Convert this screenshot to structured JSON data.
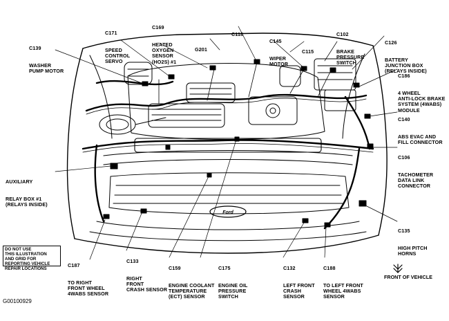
{
  "labels": {
    "c139": {
      "code": "C139",
      "desc": "WASHER\nPUMP MOTOR"
    },
    "c171": {
      "code": "C171",
      "desc": "SPEED\nCONTROL\nSERVO"
    },
    "c169": {
      "code": "C169",
      "desc": "HEATED\nOXYGEN\nSENSOR\n(HO2S) #1"
    },
    "g201": {
      "code": "G201",
      "desc": ""
    },
    "c118": {
      "code": "C118",
      "desc": ""
    },
    "c145": {
      "code": "C145",
      "desc": "WIPER\nMOTOR"
    },
    "c115": {
      "code": "C115",
      "desc": ""
    },
    "c102": {
      "code": "C102",
      "desc": "BRAKE\nPRESSURE\nSWITCH"
    },
    "c126": {
      "code": "C126",
      "desc": "BATTERY\nJUNCTION BOX\n(RELAYS INSIDE)"
    },
    "c186": {
      "code": "C186",
      "desc": "4 WHEEL\nANTI-LOCK BRAKE\nSYSTEM (4WABS)\nMODULE"
    },
    "c140": {
      "code": "C140",
      "desc": "ABS EVAC AND\nFILL CONNECTOR"
    },
    "c106": {
      "code": "C106",
      "desc": "TACHOMETER\nDATA LINK\nCONNECTOR"
    },
    "aux": {
      "code": "AUXILIARY",
      "desc": "RELAY BOX #1\n(RELAYS INSIDE)"
    },
    "c135": {
      "code": "C135",
      "desc": "HIGH PITCH\nHORNS"
    },
    "c187": {
      "code": "C187",
      "desc": "TO RIGHT\nFRONT WHEEL\n4WABS SENSOR"
    },
    "c133": {
      "code": "C133",
      "desc": "RIGHT\nFRONT\nCRASH SENSOR"
    },
    "c159": {
      "code": "C159",
      "desc": "ENGINE COOLANT\nTEMPERATURE\n(ECT) SENSOR"
    },
    "c175": {
      "code": "C175",
      "desc": "ENGINE OIL\nPRESSURE\nSWITCH"
    },
    "c132": {
      "code": "C132",
      "desc": "LEFT FRONT\nCRASH\nSENSOR"
    },
    "c188": {
      "code": "C188",
      "desc": "TO LEFT FRONT\nWHEEL 4WABS\nSENSOR"
    }
  },
  "note": {
    "line1": "DO NOT USE",
    "line2": "THIS ILLUSTRATION",
    "line3": "AND GRID FOR",
    "line4": "REPORTING VEHICLE",
    "line5": "REPAIR LOCATIONS"
  },
  "front_of_vehicle": "FRONT OF VEHICLE",
  "figure_id": "G00100929",
  "badge_text": "Ford"
}
